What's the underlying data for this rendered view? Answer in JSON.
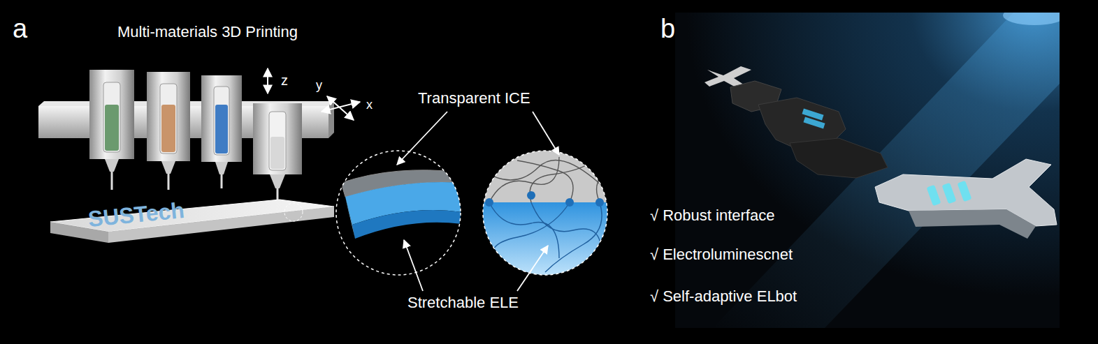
{
  "diagram": {
    "labels": [
      "a",
      "Multi-materials 3D Printing",
      "z",
      "y",
      "x",
      "SUSTech",
      "Transparent ICE",
      "Stretchable ELE",
      "b",
      "√ Robust interface",
      "√ Electroluminescnet",
      "√ Self-adaptive ELbot"
    ]
  }
}
